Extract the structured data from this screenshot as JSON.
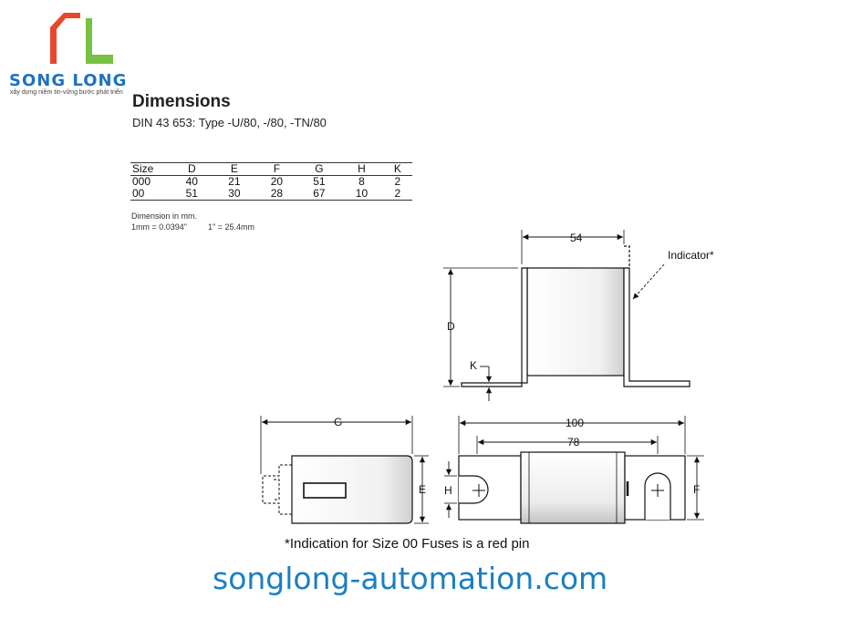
{
  "logo": {
    "brand": "SONG LONG",
    "tagline": "xây dựng niềm tin-vững bước phát triển",
    "colors": {
      "red": "#e8472b",
      "green": "#79c043",
      "blue": "#1e73be"
    }
  },
  "heading": {
    "title": "Dimensions",
    "subtitle": "DIN 43 653: Type -U/80, -/80, -TN/80"
  },
  "table": {
    "headers": [
      "Size",
      "D",
      "E",
      "F",
      "G",
      "H",
      "K"
    ],
    "rows": [
      [
        "000",
        "40",
        "21",
        "20",
        "51",
        "8",
        "2"
      ],
      [
        "00",
        "51",
        "30",
        "28",
        "67",
        "10",
        "2"
      ]
    ]
  },
  "notes": {
    "unit": "Dimension in mm.",
    "conv_a": "1mm = 0.0394\"",
    "conv_b": "1\" = 25.4mm"
  },
  "drawing_labels": {
    "w54": "54",
    "indicator": "Indicator*",
    "d": "D",
    "k": "K",
    "g": "G",
    "e": "E",
    "w100": "100",
    "w78": "78",
    "h": "H",
    "f": "F"
  },
  "footnote": "*Indication for Size 00 Fuses is a red pin",
  "website": "songlong-automation.com"
}
